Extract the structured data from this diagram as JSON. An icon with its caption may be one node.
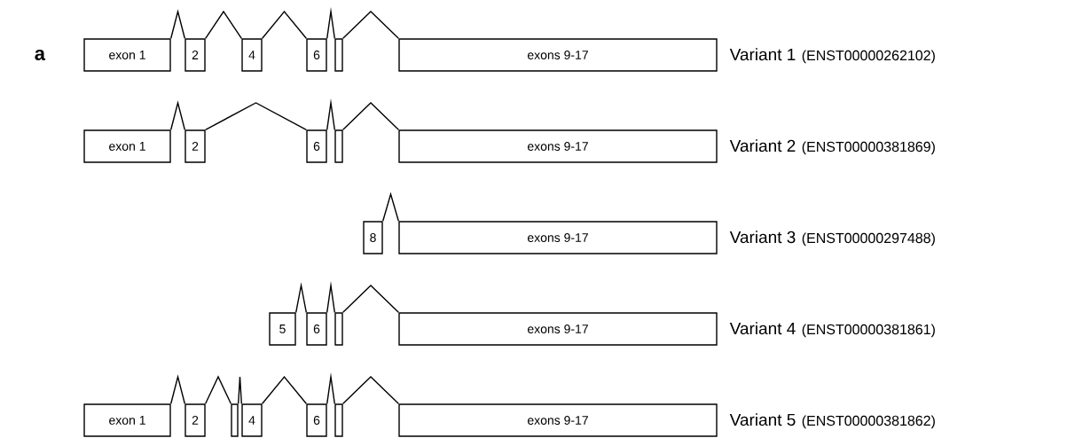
{
  "diagram": {
    "nodes": [
      {
        "text": [
          "exon 1"
        ]
      },
      {
        "text": [
          "2"
        ]
      },
      {
        "text": [
          "4"
        ]
      },
      {
        "text": [
          "6"
        ]
      },
      {
        "text": [],
        "shape": "box"
      },
      {
        "text": [
          "exons 9-17"
        ]
      },
      {
        "text": [
          "exon 1"
        ]
      },
      {
        "text": [
          "2"
        ]
      },
      {
        "text": [
          "6"
        ]
      },
      {
        "text": [],
        "shape": "box"
      },
      {
        "text": [
          "exons 9-17"
        ]
      },
      {
        "text": [
          "8"
        ]
      },
      {
        "text": [
          "exons 9-17"
        ]
      },
      {
        "text": [
          "5"
        ]
      },
      {
        "text": [
          "6"
        ]
      },
      {
        "text": [],
        "shape": "box"
      },
      {
        "text": [
          "exons 9-17"
        ]
      },
      {
        "text": [
          "exon 1"
        ]
      },
      {
        "text": [
          "2"
        ]
      },
      {
        "text": [],
        "shape": "box"
      },
      {
        "text": [
          "4"
        ]
      },
      {
        "text": [
          "6"
        ]
      },
      {
        "text": [],
        "shape": "box"
      },
      {
        "text": [
          "exons 9-17"
        ]
      }
    ],
    "edges": [
      {
        "from": 0,
        "to": 1,
        "arrow": "none"
      },
      {
        "from": 1,
        "to": 2,
        "arrow": "none"
      },
      {
        "from": 2,
        "to": 3,
        "arrow": "none"
      },
      {
        "from": 3,
        "to": 4,
        "arrow": "none"
      },
      {
        "from": 4,
        "to": 5,
        "arrow": "none"
      },
      {
        "from": 6,
        "to": 7,
        "arrow": "none"
      },
      {
        "from": 7,
        "to": 8,
        "arrow": "none"
      },
      {
        "from": 8,
        "to": 9,
        "arrow": "none"
      },
      {
        "from": 9,
        "to": 10,
        "arrow": "none"
      },
      {
        "from": 11,
        "to": 12,
        "arrow": "none"
      },
      {
        "from": 13,
        "to": 14,
        "arrow": "none"
      },
      {
        "from": 14,
        "to": 15,
        "arrow": "none"
      },
      {
        "from": 15,
        "to": 16,
        "arrow": "none"
      },
      {
        "from": 17,
        "to": 18,
        "arrow": "none"
      },
      {
        "from": 18,
        "to": 19,
        "arrow": "none"
      },
      {
        "from": 19,
        "to": 20,
        "arrow": "none"
      },
      {
        "from": 20,
        "to": 21,
        "arrow": "none"
      },
      {
        "from": 21,
        "to": 22,
        "arrow": "none"
      },
      {
        "from": 22,
        "to": 23,
        "arrow": "none"
      }
    ],
    "labels": [
      "a",
      "Variant 1",
      "(ENST00000262102)",
      "Variant 2",
      "(ENST00000381869)",
      "Variant 3",
      "(ENST00000297488)",
      "Variant 4",
      "(ENST00000381861)",
      "Variant 5",
      "(ENST00000381862)"
    ]
  }
}
